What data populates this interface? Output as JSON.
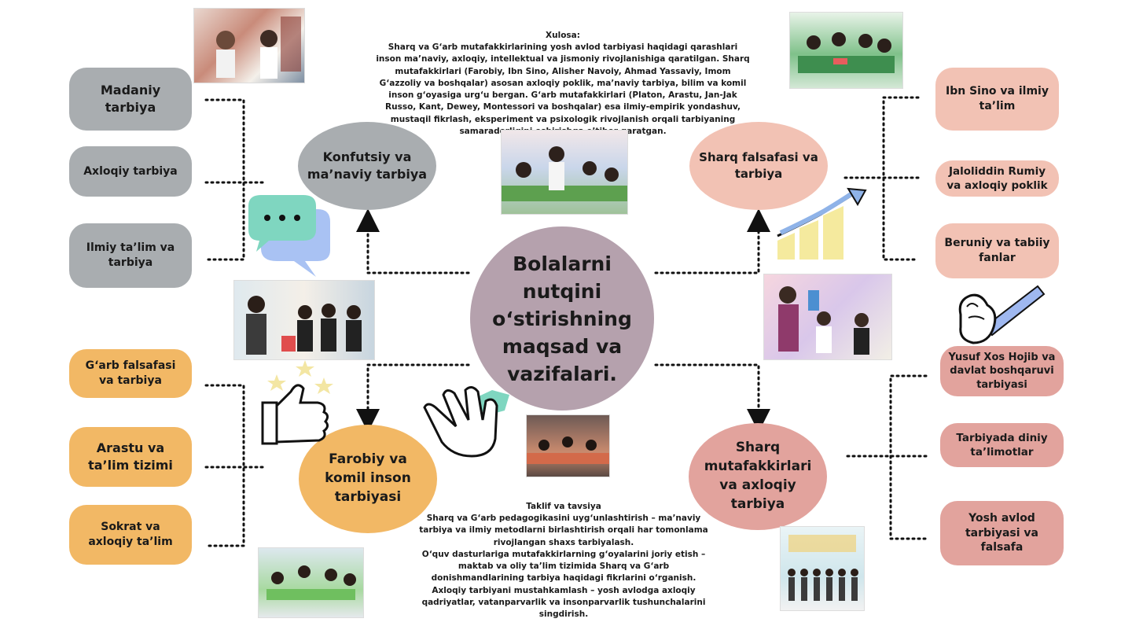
{
  "center": {
    "title": "Bolalarni nutqini o‘stirishning maqsad va vazifalari."
  },
  "ovals": {
    "konfutsiy": "Konfutsiy va ma’naviy tarbiya",
    "sharq_falsafasi": "Sharq falsafasi va tarbiya",
    "farobiy": "Farobiy va komil inson tarbiyasi",
    "sharq_mutafakkirlari": "Sharq mutafakkirlari va axloqiy tarbiya"
  },
  "left_top": [
    "Madaniy tarbiya",
    "Axloqiy tarbiya",
    "Ilmiy ta’lim va tarbiya"
  ],
  "left_bottom": [
    "G‘arb falsafasi va tarbiya",
    "Arastu va ta’lim tizimi",
    "Sokrat va axloqiy ta’lim"
  ],
  "right_top": [
    "Ibn Sino va ilmiy ta’lim",
    "Jaloliddin Rumiy va axloqiy poklik",
    "Beruniy va tabiiy fanlar"
  ],
  "right_bottom": [
    "Yusuf Xos Hojib va davlat boshqaruvi tarbiyasi",
    "Tarbiyada diniy ta’limotlar",
    "Yosh avlod tarbiyasi va falsafa"
  ],
  "xulosa": {
    "heading": "Xulosa:",
    "body": "Sharq va G‘arb mutafakkirlarining yosh avlod tarbiyasi haqidagi qarashlari inson ma’naviy, axloqiy, intellektual va jismoniy rivojlanishiga qaratilgan. Sharq mutafakkirlari (Farobiy, Ibn Sino, Alisher Navoiy, Ahmad Yassaviy, Imom G‘azzoliy va boshqalar) asosan axloqiy poklik, ma’naviy tarbiya, bilim va komil inson g‘oyasiga urg‘u bergan. G‘arb mutafakkirlari (Platon, Arastu, Jan-Jak Russo, Kant, Dewey, Montessori va boshqalar) esa ilmiy-empirik yondashuv, mustaqil fikrlash, eksperiment va psixologik rivojlanish orqali tarbiyaning samaradorligini oshirishga e’tibor qaratgan."
  },
  "taklif": {
    "heading": "Taklif va tavsiya",
    "p1": "Sharq va G‘arb pedagogikasini uyg‘unlashtirish – ma’naviy tarbiya va ilmiy metodlarni birlashtirish orqali har tomonlama rivojlangan shaxs tarbiyalash.",
    "p2": "O‘quv dasturlariga mutafakkirlarning g‘oyalarini joriy etish – maktab va oliy ta’lim tizimida Sharq va G‘arb donishmandlarining tarbiya haqidagi fikrlarini o‘rganish.",
    "p3": "Axloqiy tarbiyani mustahkamlash – yosh avlodga axloqiy qadriyatlar, vatanparvarlik va insonparvarlik tushunchalarini singdirish."
  },
  "colors": {
    "gray": "#a9adb0",
    "pink": "#f2c2b4",
    "pinkdark": "#e2a39d",
    "orange": "#f2b865",
    "center": "#b5a1ad",
    "oval_gray": "#a9adb0"
  }
}
